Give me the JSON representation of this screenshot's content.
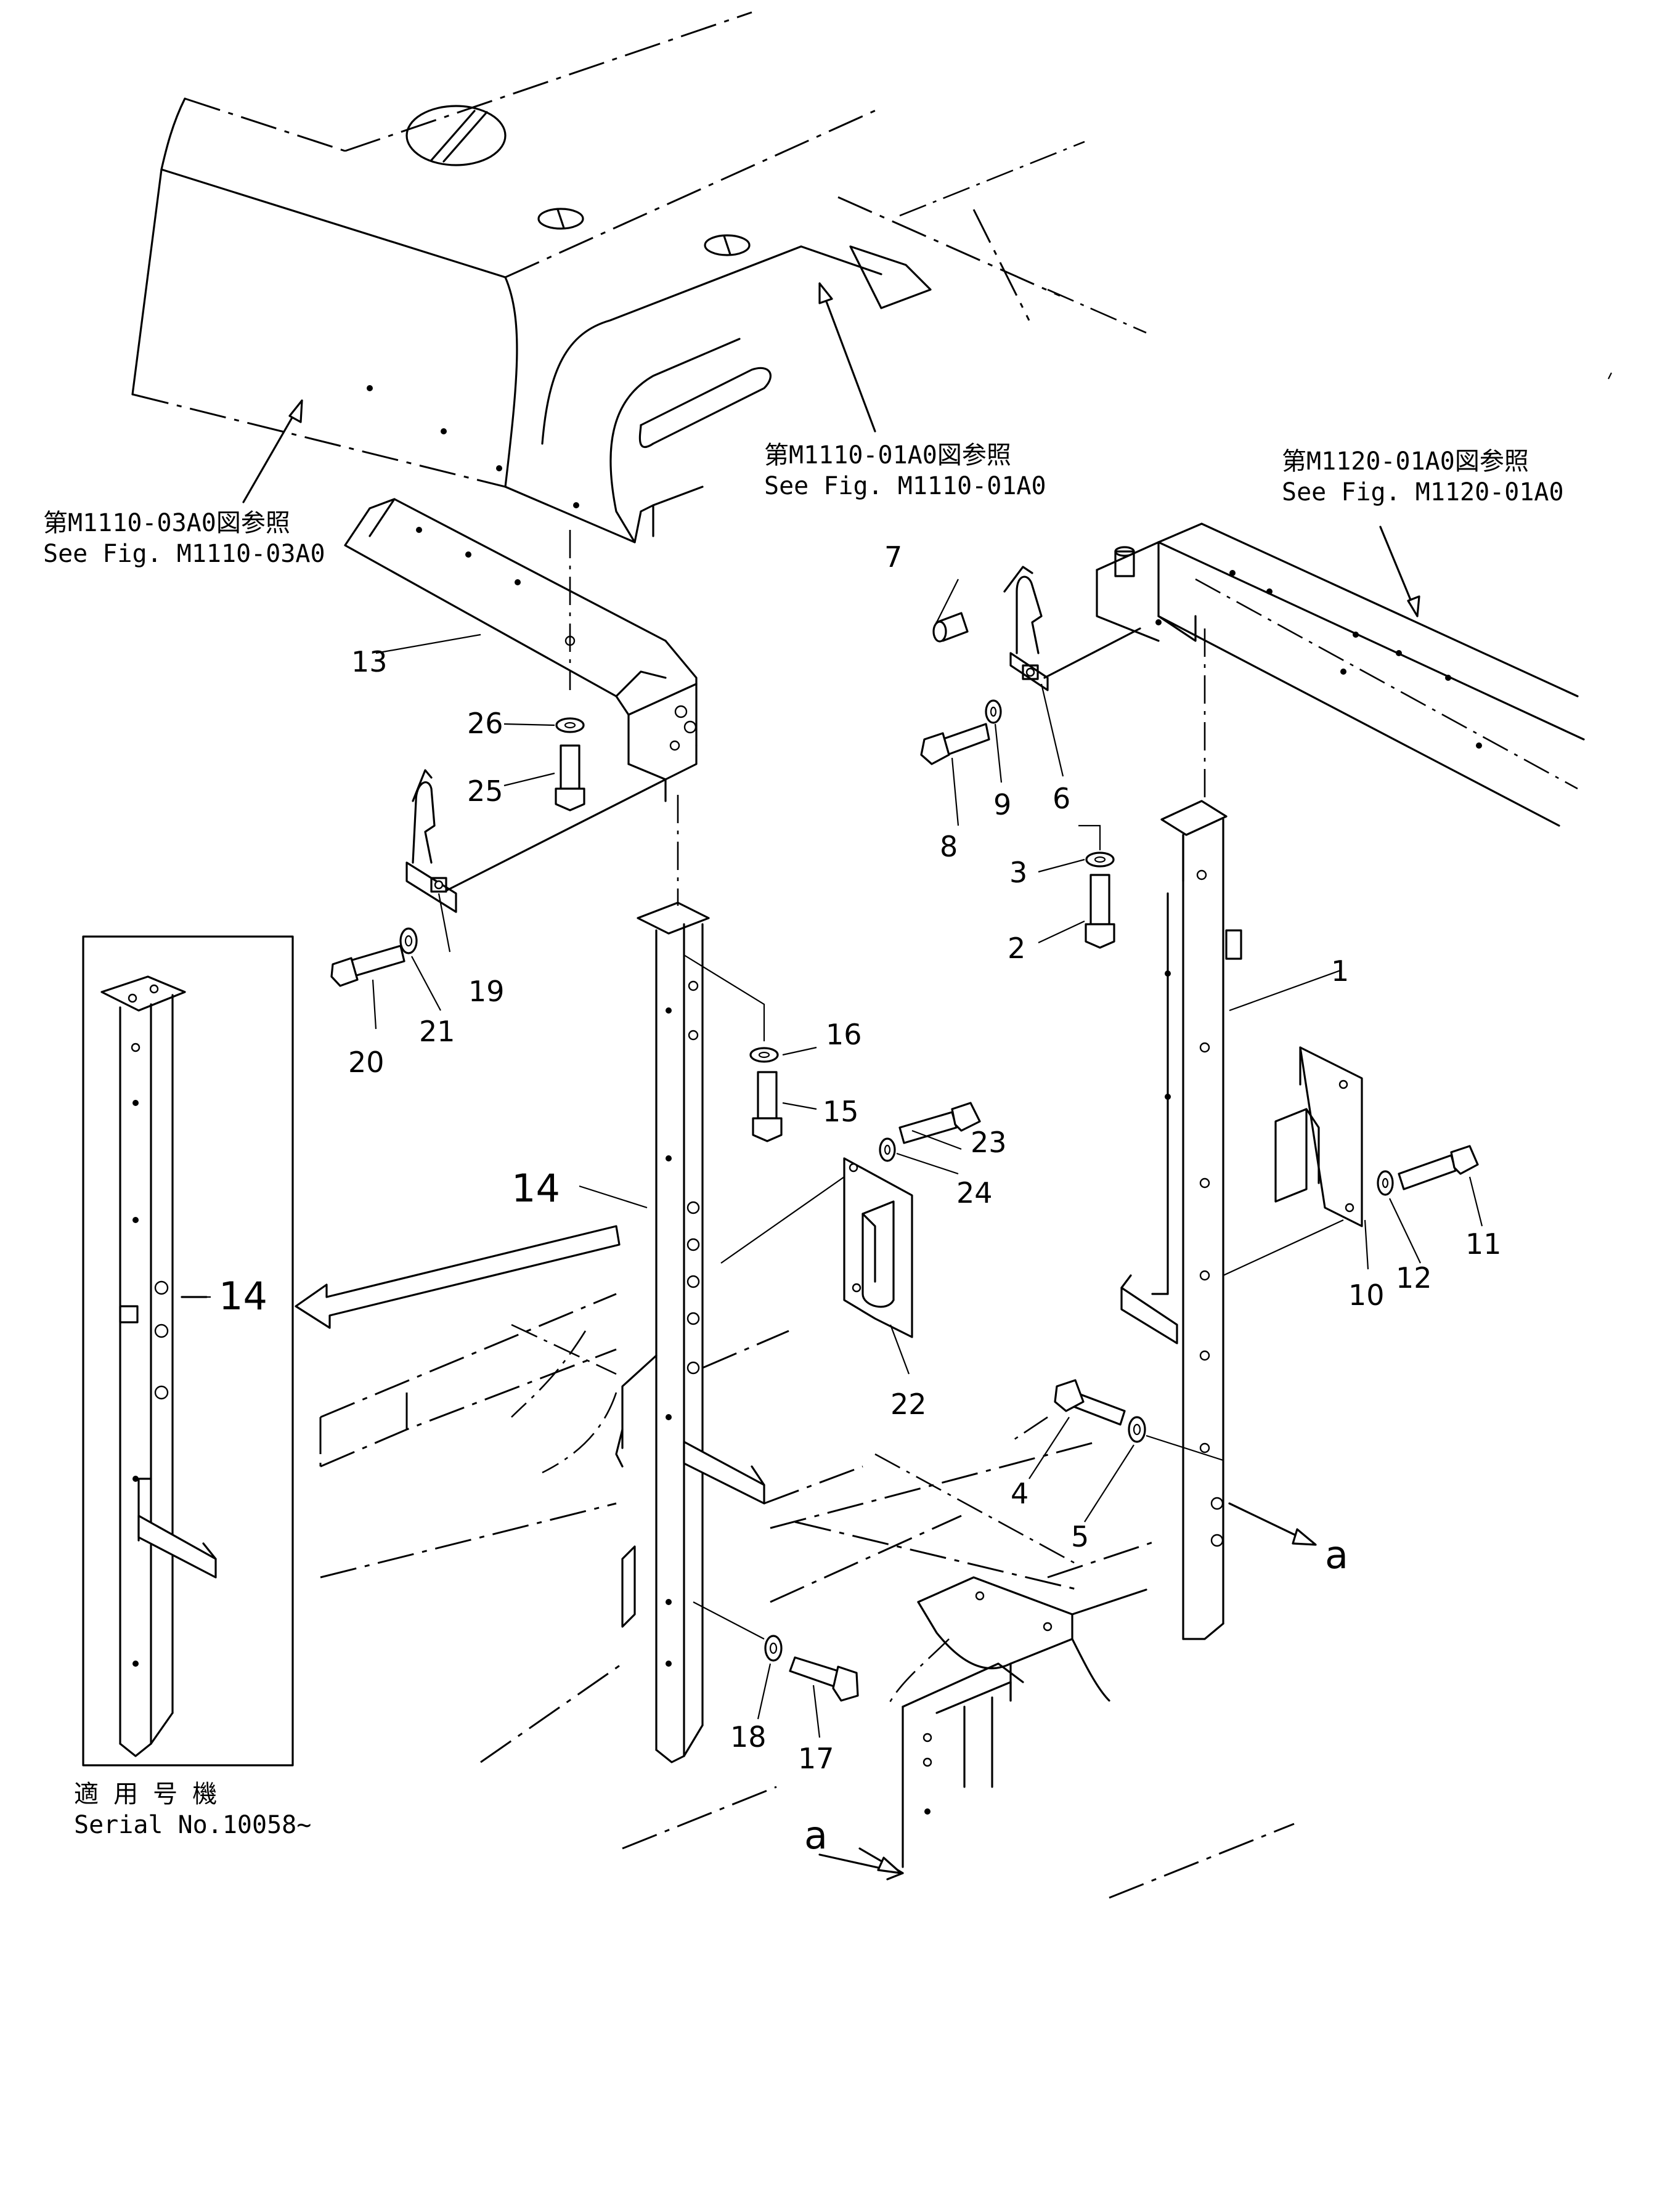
{
  "references": {
    "left_jp": "第M1110-03A0図参照",
    "left_en": "See Fig. M1110-03A0",
    "center_jp": "第M1110-01A0図参照",
    "center_en": "See Fig. M1110-01A0",
    "right_jp": "第M1120-01A0図参照",
    "right_en": "See Fig. M1120-01A0"
  },
  "parts": {
    "p1": "1",
    "p2": "2",
    "p3": "3",
    "p4": "4",
    "p5": "5",
    "p6": "6",
    "p7": "7",
    "p8": "8",
    "p9": "9",
    "p10": "10",
    "p11": "11",
    "p12": "12",
    "p13": "13",
    "p14": "14",
    "p15": "15",
    "p16": "16",
    "p17": "17",
    "p18": "18",
    "p19": "19",
    "p20": "20",
    "p21": "21",
    "p22": "22",
    "p23": "23",
    "p24": "24",
    "p25": "25",
    "p26": "26",
    "p14_inset": "14"
  },
  "section_marks": {
    "right": "a",
    "bottom": "a"
  },
  "inset": {
    "applicability_jp": "適 用 号 機",
    "serial": "Serial No.10058~"
  }
}
